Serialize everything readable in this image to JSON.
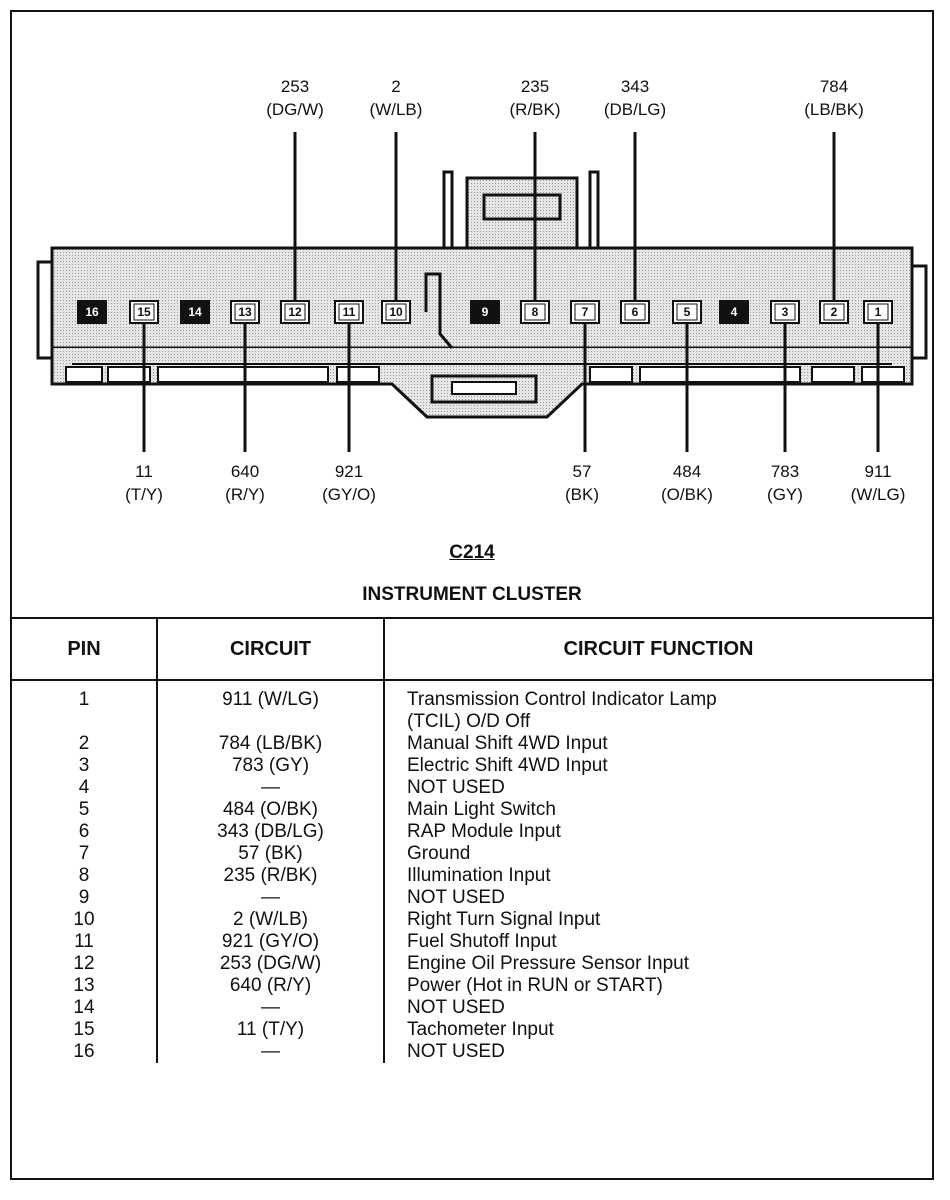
{
  "connector": {
    "id": "C214",
    "name": "INSTRUMENT CLUSTER"
  },
  "diagram": {
    "top_labels": [
      {
        "pin": 12,
        "circuit": "253",
        "color": "(DG/W)"
      },
      {
        "pin": 10,
        "circuit": "2",
        "color": "(W/LB)"
      },
      {
        "pin": 8,
        "circuit": "235",
        "color": "(R/BK)"
      },
      {
        "pin": 6,
        "circuit": "343",
        "color": "(DB/LG)"
      },
      {
        "pin": 2,
        "circuit": "784",
        "color": "(LB/BK)"
      }
    ],
    "bottom_labels": [
      {
        "pin": 15,
        "circuit": "11",
        "color": "(T/Y)"
      },
      {
        "pin": 13,
        "circuit": "640",
        "color": "(R/Y)"
      },
      {
        "pin": 11,
        "circuit": "921",
        "color": "(GY/O)"
      },
      {
        "pin": 7,
        "circuit": "57",
        "color": "(BK)"
      },
      {
        "pin": 5,
        "circuit": "484",
        "color": "(O/BK)"
      },
      {
        "pin": 3,
        "circuit": "783",
        "color": "(GY)"
      },
      {
        "pin": 1,
        "circuit": "911",
        "color": "(W/LG)"
      }
    ],
    "pins": [
      {
        "num": "16",
        "unused": true
      },
      {
        "num": "15",
        "unused": false
      },
      {
        "num": "14",
        "unused": true
      },
      {
        "num": "13",
        "unused": false
      },
      {
        "num": "12",
        "unused": false
      },
      {
        "num": "11",
        "unused": false
      },
      {
        "num": "10",
        "unused": false
      },
      {
        "num": "9",
        "unused": true
      },
      {
        "num": "8",
        "unused": false
      },
      {
        "num": "7",
        "unused": false
      },
      {
        "num": "6",
        "unused": false
      },
      {
        "num": "5",
        "unused": false
      },
      {
        "num": "4",
        "unused": true
      },
      {
        "num": "3",
        "unused": false
      },
      {
        "num": "2",
        "unused": false
      },
      {
        "num": "1",
        "unused": false
      }
    ]
  },
  "table": {
    "headers": [
      "PIN",
      "CIRCUIT",
      "CIRCUIT FUNCTION"
    ],
    "rows": [
      {
        "pin": "1",
        "circuit": "911 (W/LG)",
        "function": "Transmission Control Indicator Lamp",
        "function2": "(TCIL) O/D Off"
      },
      {
        "pin": "2",
        "circuit": "784 (LB/BK)",
        "function": "Manual Shift 4WD Input"
      },
      {
        "pin": "3",
        "circuit": "783 (GY)",
        "function": "Electric Shift 4WD Input"
      },
      {
        "pin": "4",
        "circuit": "—",
        "function": "NOT USED"
      },
      {
        "pin": "5",
        "circuit": "484 (O/BK)",
        "function": "Main Light Switch"
      },
      {
        "pin": "6",
        "circuit": "343 (DB/LG)",
        "function": "RAP Module Input"
      },
      {
        "pin": "7",
        "circuit": "57 (BK)",
        "function": "Ground"
      },
      {
        "pin": "8",
        "circuit": "235 (R/BK)",
        "function": "Illumination Input"
      },
      {
        "pin": "9",
        "circuit": "—",
        "function": "NOT USED"
      },
      {
        "pin": "10",
        "circuit": "2 (W/LB)",
        "function": "Right Turn Signal Input"
      },
      {
        "pin": "11",
        "circuit": "921 (GY/O)",
        "function": "Fuel Shutoff Input"
      },
      {
        "pin": "12",
        "circuit": "253 (DG/W)",
        "function": "Engine Oil Pressure Sensor Input"
      },
      {
        "pin": "13",
        "circuit": "640 (R/Y)",
        "function": "Power (Hot in RUN or START)"
      },
      {
        "pin": "14",
        "circuit": "—",
        "function": "NOT USED"
      },
      {
        "pin": "15",
        "circuit": "11 (T/Y)",
        "function": "Tachometer Input"
      },
      {
        "pin": "16",
        "circuit": "—",
        "function": "NOT USED"
      }
    ]
  },
  "colors": {
    "ink": "#111111",
    "housing": "#d7d7d7",
    "unused_pin": "#111111"
  }
}
